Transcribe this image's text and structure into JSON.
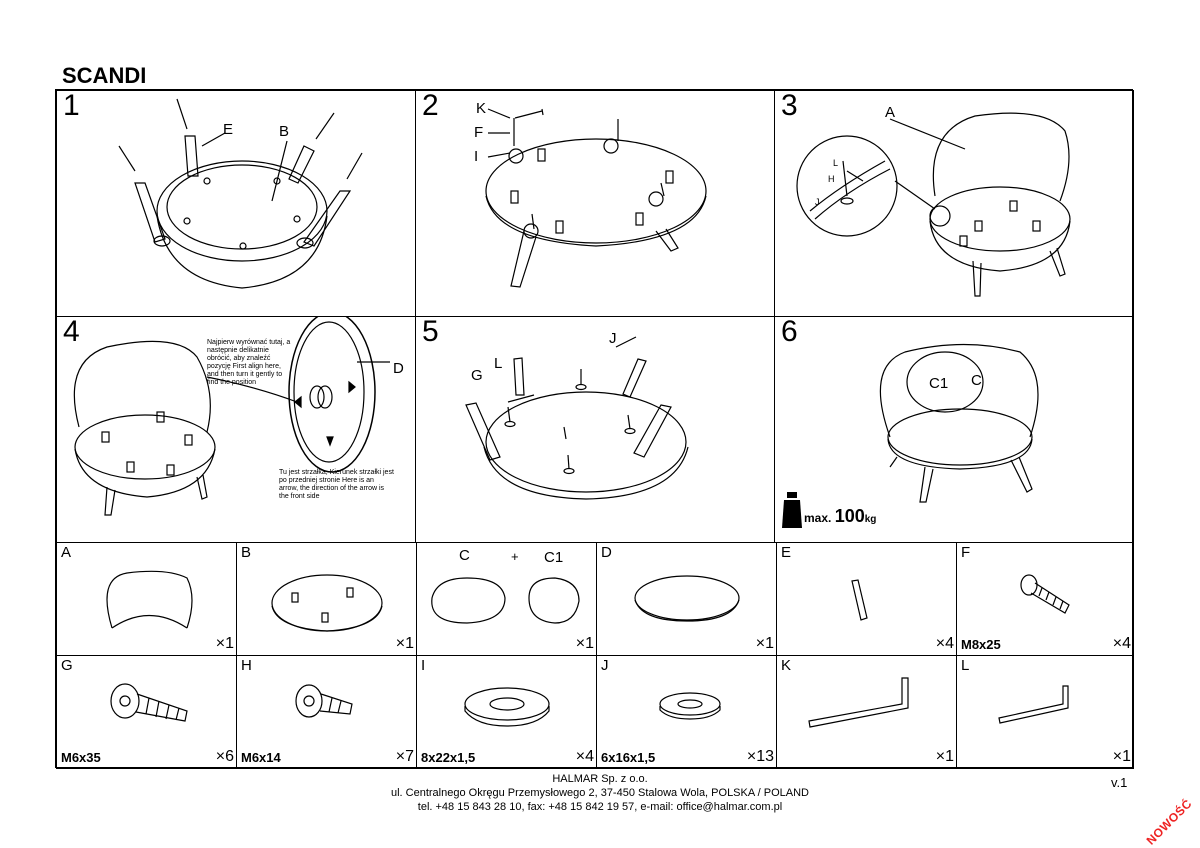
{
  "document": {
    "title": "SCANDI",
    "version": "v.1",
    "badge": "NOWOŚĆ",
    "footer": {
      "company": "HALMAR Sp. z o.o.",
      "address": "ul. Centralnego Okręgu Przemysłowego 2, 37-450 Stalowa Wola, POLSKA / POLAND",
      "contact": "tel. +48 15 843 28 10, fax: +48 15 842 19 57, e-mail: office@halmar.com.pl"
    }
  },
  "steps": [
    {
      "number": "1",
      "labels": {
        "e": "E",
        "b": "B"
      }
    },
    {
      "number": "2",
      "labels": {
        "k": "K",
        "f": "F",
        "i": "I"
      }
    },
    {
      "number": "3",
      "labels": {
        "a": "A",
        "l": "L",
        "h": "H",
        "j": "J"
      }
    },
    {
      "number": "4",
      "labels": {
        "d": "D"
      },
      "note_align": "Najpierw wyrównać tutaj, a następnie delikatnie obrócić, aby znaleźć pozycję First align here, and then turn it gently to find the position",
      "note_arrow": "Tu jest strzałka, Kierunek strzałki jest po przedniej stronie Here is an arrow, the direction of the arrow is the front side"
    },
    {
      "number": "5",
      "labels": {
        "j": "J",
        "g": "G",
        "l": "L"
      }
    },
    {
      "number": "6",
      "labels": {
        "c1": "C1",
        "c": "C"
      },
      "max_load": {
        "prefix": "max.",
        "value": "100",
        "unit": "kg"
      }
    }
  ],
  "parts": [
    {
      "letter": "A",
      "qty": "×1",
      "spec": ""
    },
    {
      "letter": "B",
      "qty": "×1",
      "spec": ""
    },
    {
      "letter": "C",
      "extra_letter": "C1",
      "plus": "+",
      "qty": "×1",
      "spec": ""
    },
    {
      "letter": "D",
      "qty": "×1",
      "spec": ""
    },
    {
      "letter": "E",
      "qty": "×4",
      "spec": ""
    },
    {
      "letter": "F",
      "qty": "×4",
      "spec": "M8x25"
    },
    {
      "letter": "G",
      "qty": "×6",
      "spec": "M6x35"
    },
    {
      "letter": "H",
      "qty": "×7",
      "spec": "M6x14"
    },
    {
      "letter": "I",
      "qty": "×4",
      "spec": "8x22x1,5"
    },
    {
      "letter": "J",
      "qty": "×13",
      "spec": "6x16x1,5"
    },
    {
      "letter": "K",
      "qty": "×1",
      "spec": ""
    },
    {
      "letter": "L",
      "qty": "×1",
      "spec": ""
    }
  ]
}
